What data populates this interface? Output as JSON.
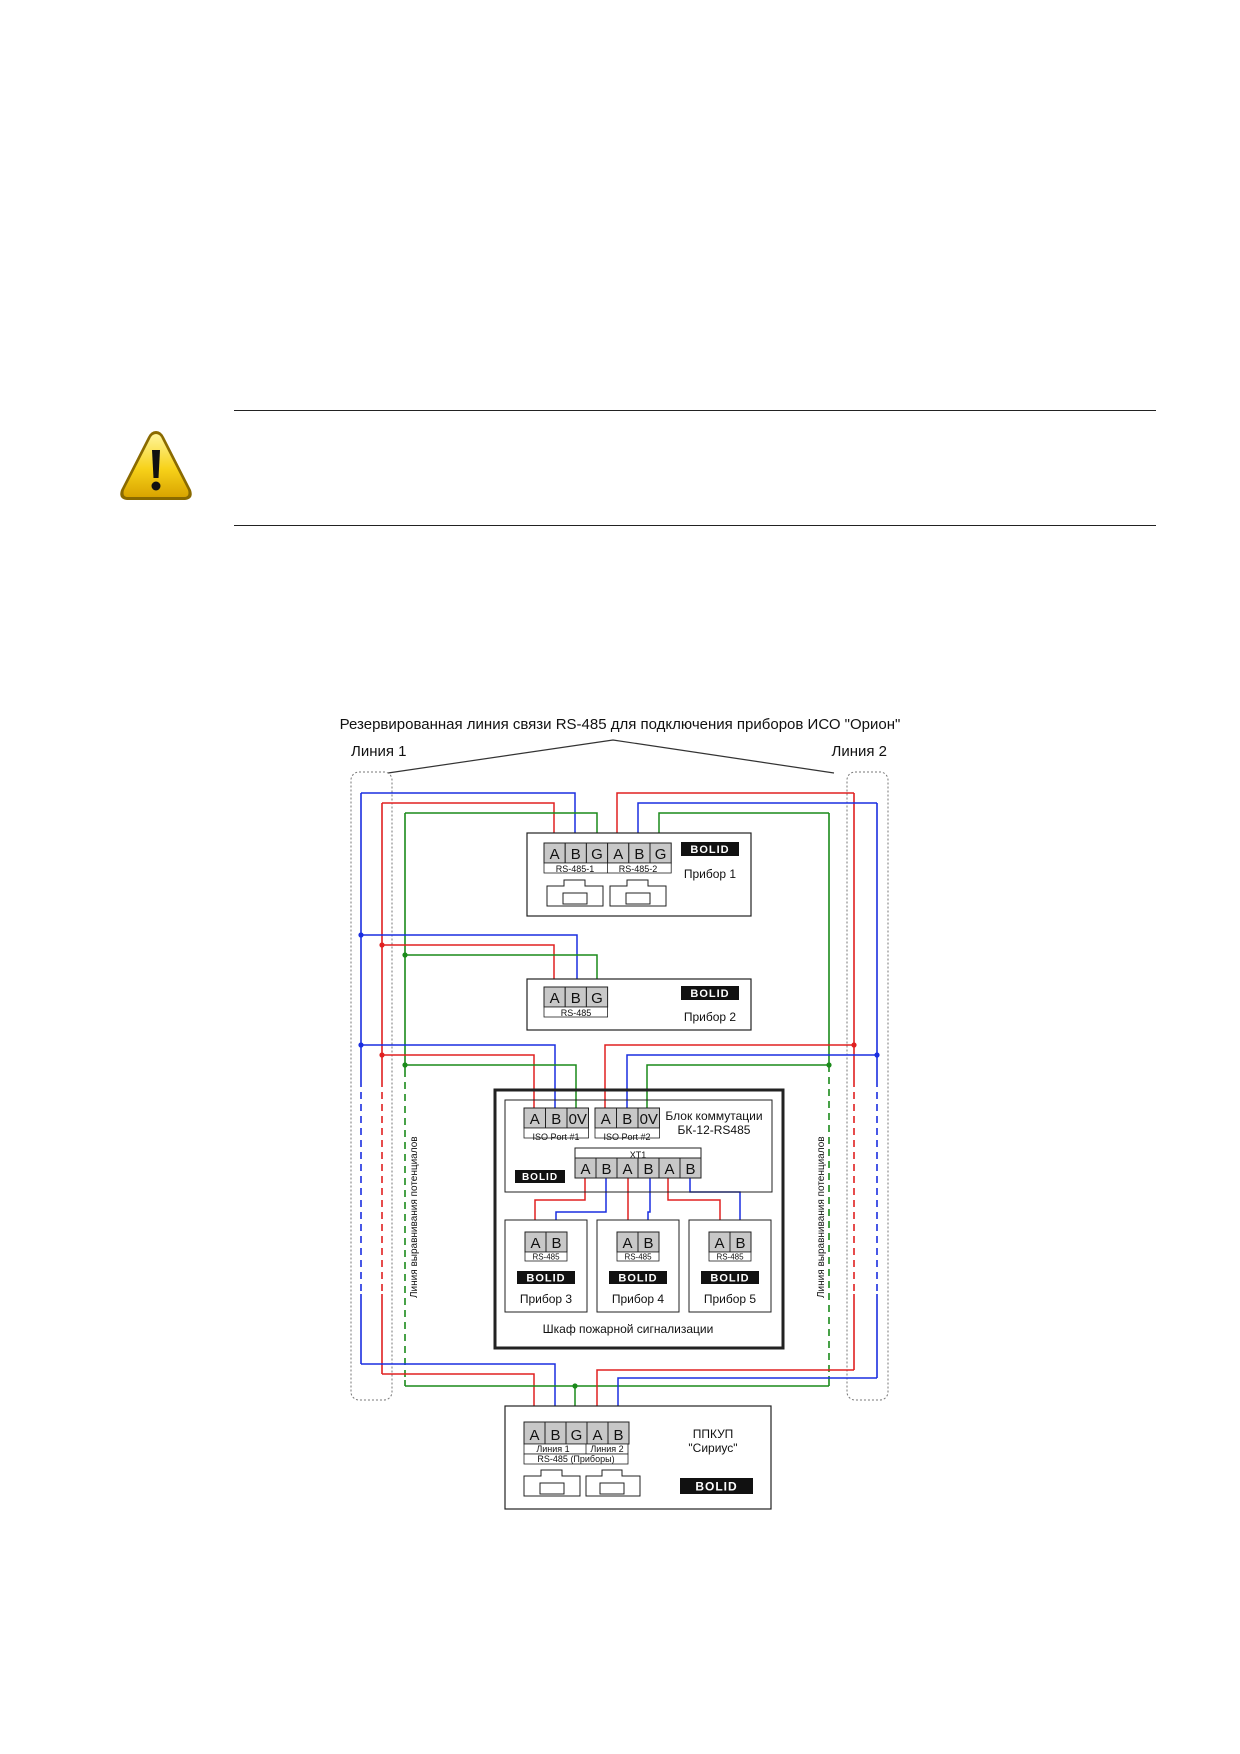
{
  "diagram": {
    "title": "Резервированная линия связи RS-485 для подключения приборов ИСО \"Орион\"",
    "line1": "Линия 1",
    "line2": "Линия 2",
    "equalization_line": "Линия выравнивания потенциалов",
    "brand": "BOLID",
    "device1": {
      "name": "Прибор 1",
      "terminals": [
        "A",
        "B",
        "G",
        "A",
        "B",
        "G"
      ],
      "port1": "RS-485-1",
      "port2": "RS-485-2"
    },
    "device2": {
      "name": "Прибор 2",
      "terminals": [
        "A",
        "B",
        "G"
      ],
      "port": "RS-485"
    },
    "cabinet": {
      "name": "Шкаф пожарной сигнализации",
      "block_name_line1": "Блок коммутации",
      "block_name_line2": "БК-12-RS485",
      "iso1_terminals": [
        "A",
        "B",
        "0V"
      ],
      "iso1_label": "ISO Port #1",
      "iso2_terminals": [
        "A",
        "B",
        "0V"
      ],
      "iso2_label": "ISO Port #2",
      "xt1_label": "XT1",
      "xt1_terminals": [
        "A",
        "B",
        "A",
        "B",
        "A",
        "B"
      ],
      "devices": [
        {
          "name": "Прибор 3",
          "terminals": [
            "A",
            "B"
          ],
          "port": "RS-485"
        },
        {
          "name": "Прибор 4",
          "terminals": [
            "A",
            "B"
          ],
          "port": "RS-485"
        },
        {
          "name": "Прибор 5",
          "terminals": [
            "A",
            "B"
          ],
          "port": "RS-485"
        }
      ]
    },
    "controller": {
      "name_line1": "ППКУП",
      "name_line2": "\"Сириус\"",
      "terminals": [
        "A",
        "B",
        "G",
        "A",
        "B"
      ],
      "line1_label": "Линия 1",
      "line2_label": "Линия 2",
      "port_label": "RS-485 (Приборы)"
    },
    "colors": {
      "a_wire": "#e02020",
      "b_wire": "#1a2ee0",
      "g_wire": "#1a8a1a",
      "terminal": "#c8c8c8"
    }
  }
}
